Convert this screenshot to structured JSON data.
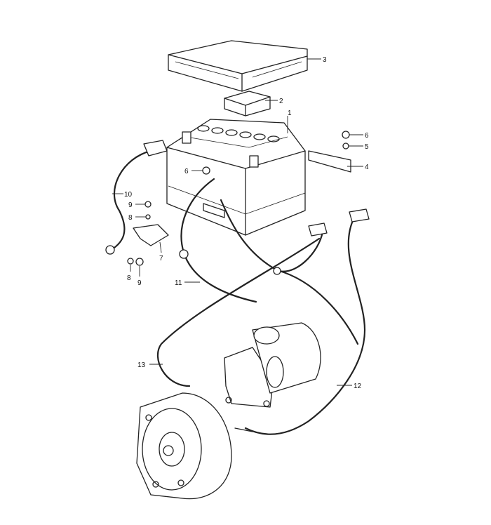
{
  "diagram": {
    "callouts": [
      {
        "id": "c3",
        "text": "3"
      },
      {
        "id": "c2",
        "text": "2"
      },
      {
        "id": "c1",
        "text": "1"
      },
      {
        "id": "c6a",
        "text": "6"
      },
      {
        "id": "c5",
        "text": "5"
      },
      {
        "id": "c4",
        "text": "4"
      },
      {
        "id": "c6b",
        "text": "6"
      },
      {
        "id": "c10",
        "text": "10"
      },
      {
        "id": "c9a",
        "text": "9"
      },
      {
        "id": "c8a",
        "text": "8"
      },
      {
        "id": "c7",
        "text": "7"
      },
      {
        "id": "c8b",
        "text": "8"
      },
      {
        "id": "c9b",
        "text": "9"
      },
      {
        "id": "c11",
        "text": "11"
      },
      {
        "id": "c13",
        "text": "13"
      },
      {
        "id": "c12",
        "text": "12"
      }
    ]
  }
}
